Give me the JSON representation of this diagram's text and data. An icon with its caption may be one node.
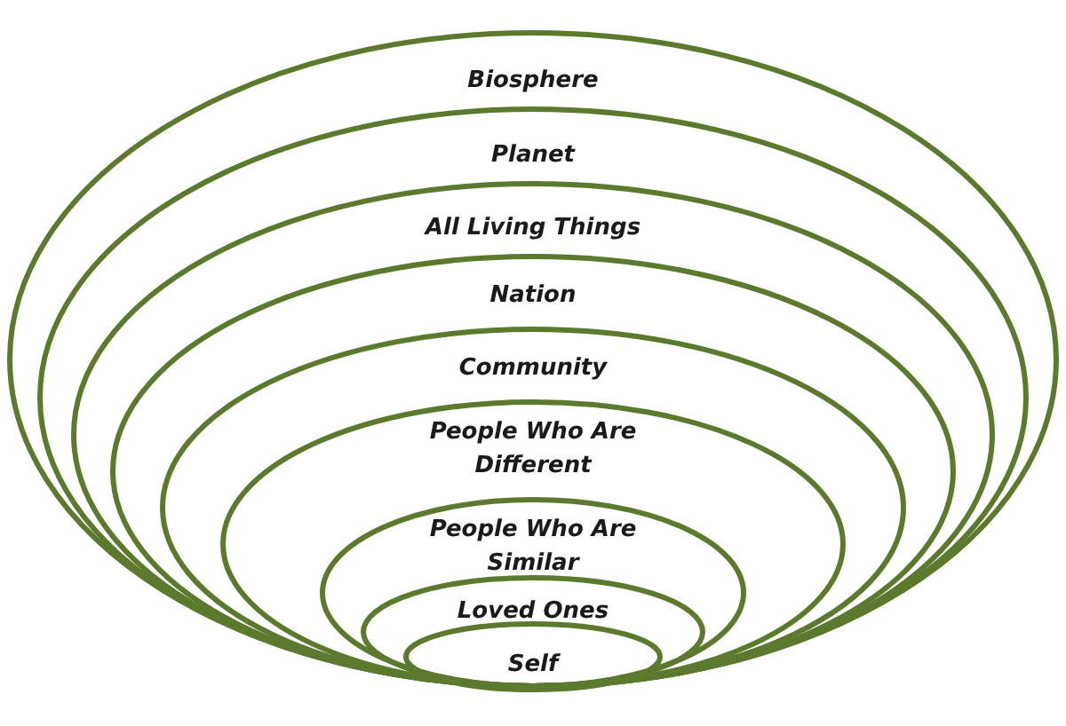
{
  "diagram": {
    "nodes": [
      {
        "text": [
          "Biosphere"
        ]
      },
      {
        "text": [
          "Planet"
        ],
        "in": 0
      },
      {
        "text": [
          "All Living Things"
        ],
        "in": 1
      },
      {
        "text": [
          "Nation"
        ],
        "in": 2
      },
      {
        "text": [
          "Community"
        ],
        "in": 3
      },
      {
        "text": [
          "People Who Are Different"
        ],
        "in": 4
      },
      {
        "text": [
          "People Who Are Similar"
        ],
        "in": 5
      },
      {
        "text": [
          "Loved Ones"
        ],
        "in": 6
      },
      {
        "text": [
          "Self"
        ],
        "in": 7
      }
    ]
  }
}
